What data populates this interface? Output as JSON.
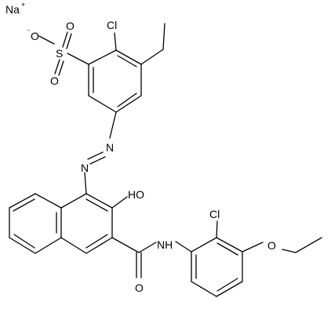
{
  "molecule": {
    "counter_ion": {
      "symbol": "Na",
      "charge": "+"
    },
    "labels": {
      "sulfonate_o_minus": "O",
      "sulfonate_o_minus_charge": "-",
      "sulfur": "S",
      "sulfonyl_o_top": "O",
      "sulfonyl_o_bottom": "O",
      "chloro_upper": "Cl",
      "azo_n1": "N",
      "azo_n2": "N",
      "hydroxyl": "HO",
      "amide_nh": "NH",
      "carbonyl_o": "O",
      "chloro_lower": "Cl",
      "ether_o": "O"
    }
  }
}
